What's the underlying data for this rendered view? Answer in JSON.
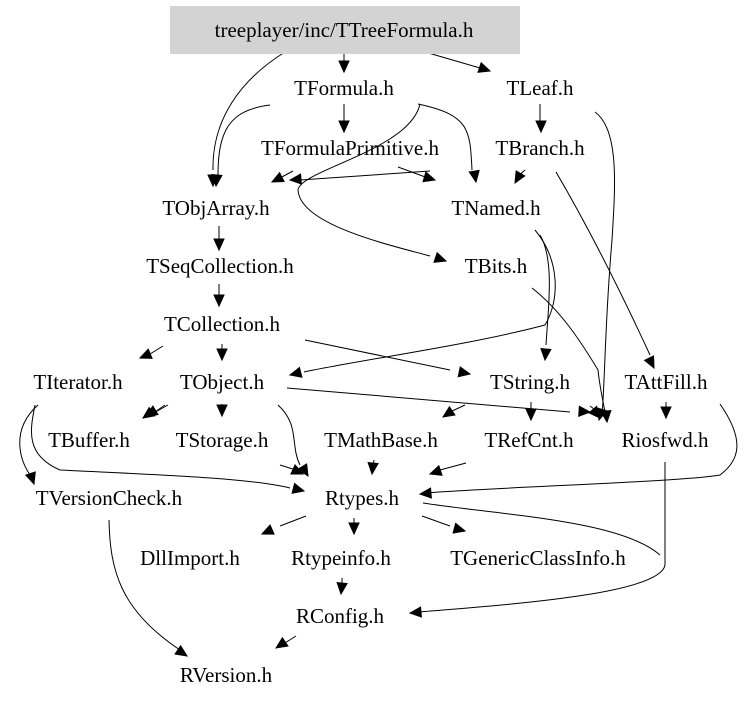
{
  "diagram": {
    "type": "include-dependency-graph",
    "root": "treeplayer/inc/TTreeFormula.h",
    "root_fill": "#d3d3d3",
    "nodes": [
      {
        "id": "ttreeformula",
        "label": "treeplayer/inc/TTreeFormula.h",
        "highlighted": true
      },
      {
        "id": "tformula",
        "label": "TFormula.h"
      },
      {
        "id": "tleaf",
        "label": "TLeaf.h"
      },
      {
        "id": "tformulaprimitive",
        "label": "TFormulaPrimitive.h"
      },
      {
        "id": "tbranch",
        "label": "TBranch.h"
      },
      {
        "id": "tobjarray",
        "label": "TObjArray.h"
      },
      {
        "id": "tnamed",
        "label": "TNamed.h"
      },
      {
        "id": "tseqcollection",
        "label": "TSeqCollection.h"
      },
      {
        "id": "tbits",
        "label": "TBits.h"
      },
      {
        "id": "tcollection",
        "label": "TCollection.h"
      },
      {
        "id": "titerator",
        "label": "TIterator.h"
      },
      {
        "id": "tobject",
        "label": "TObject.h"
      },
      {
        "id": "tstring",
        "label": "TString.h"
      },
      {
        "id": "tattfill",
        "label": "TAttFill.h"
      },
      {
        "id": "tbuffer",
        "label": "TBuffer.h"
      },
      {
        "id": "tstorage",
        "label": "TStorage.h"
      },
      {
        "id": "tmathbase",
        "label": "TMathBase.h"
      },
      {
        "id": "trefcnt",
        "label": "TRefCnt.h"
      },
      {
        "id": "riosfwd",
        "label": "Riosfwd.h"
      },
      {
        "id": "tversioncheck",
        "label": "TVersionCheck.h"
      },
      {
        "id": "rtypes",
        "label": "Rtypes.h"
      },
      {
        "id": "dllimport",
        "label": "DllImport.h"
      },
      {
        "id": "rtypeinfo",
        "label": "Rtypeinfo.h"
      },
      {
        "id": "tgenericclassinfo",
        "label": "TGenericClassInfo.h"
      },
      {
        "id": "rconfig",
        "label": "RConfig.h"
      },
      {
        "id": "rversion",
        "label": "RVersion.h"
      }
    ],
    "edges": [
      [
        "ttreeformula",
        "tformula"
      ],
      [
        "ttreeformula",
        "tleaf"
      ],
      [
        "ttreeformula",
        "tobjarray"
      ],
      [
        "tformula",
        "tformulaprimitive"
      ],
      [
        "tformula",
        "tobjarray"
      ],
      [
        "tformula",
        "tnamed"
      ],
      [
        "tformula",
        "tbits"
      ],
      [
        "tleaf",
        "tbranch"
      ],
      [
        "tleaf",
        "riosfwd"
      ],
      [
        "tformulaprimitive",
        "tnamed"
      ],
      [
        "tformulaprimitive",
        "tobjarray"
      ],
      [
        "tbranch",
        "tnamed"
      ],
      [
        "tbranch",
        "tobjarray"
      ],
      [
        "tbranch",
        "tattfill"
      ],
      [
        "tobjarray",
        "tseqcollection"
      ],
      [
        "tnamed",
        "tobject"
      ],
      [
        "tnamed",
        "tstring"
      ],
      [
        "tseqcollection",
        "tcollection"
      ],
      [
        "tbits",
        "riosfwd"
      ],
      [
        "tcollection",
        "titerator"
      ],
      [
        "tcollection",
        "tobject"
      ],
      [
        "tcollection",
        "tstring"
      ],
      [
        "titerator",
        "tversioncheck"
      ],
      [
        "titerator",
        "rtypes"
      ],
      [
        "tobject",
        "tbuffer"
      ],
      [
        "tobject",
        "tstorage"
      ],
      [
        "tobject",
        "rtypes"
      ],
      [
        "tobject",
        "riosfwd"
      ],
      [
        "tobject",
        "tversioncheck"
      ],
      [
        "tstring",
        "tmathbase"
      ],
      [
        "tstring",
        "trefcnt"
      ],
      [
        "tstring",
        "riosfwd"
      ],
      [
        "tattfill",
        "riosfwd"
      ],
      [
        "tattfill",
        "rtypes"
      ],
      [
        "tstorage",
        "rtypes"
      ],
      [
        "tmathbase",
        "rtypes"
      ],
      [
        "trefcnt",
        "rtypes"
      ],
      [
        "riosfwd",
        "rconfig"
      ],
      [
        "tversioncheck",
        "rversion"
      ],
      [
        "rtypes",
        "dllimport"
      ],
      [
        "rtypes",
        "rtypeinfo"
      ],
      [
        "rtypes",
        "tgenericclassinfo"
      ],
      [
        "rtypes",
        "rconfig"
      ],
      [
        "rtypeinfo",
        "rconfig"
      ],
      [
        "rconfig",
        "rversion"
      ]
    ]
  }
}
